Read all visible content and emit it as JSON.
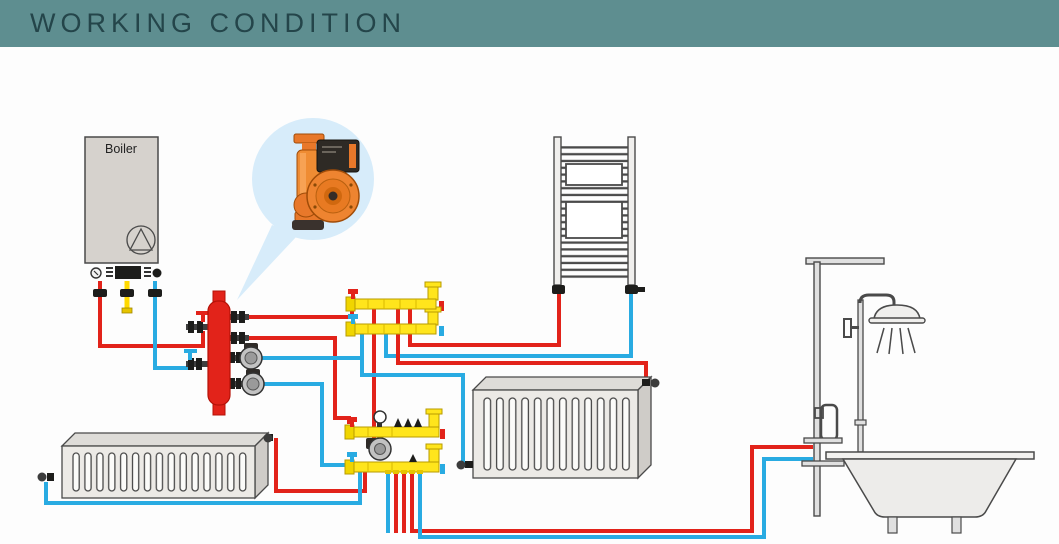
{
  "header": {
    "title": "WORKING CONDITION",
    "bg_color": "#5e8e90",
    "text_color": "#24454a"
  },
  "labels": {
    "boiler": "Boiler"
  },
  "colors": {
    "supply_pipe": "#e2231a",
    "return_pipe": "#29abe2",
    "gas_pipe": "#ffd900",
    "manifold_brass": "#ffe51c",
    "separator_red": "#e2231a",
    "callout_bubble": "#d7ecfa",
    "pump_orange": "#ee8430",
    "hardware_black": "#1d1d1b",
    "fixture_outline": "#4a4a4a",
    "radiator_fill": "#eceae6"
  },
  "components": [
    "boiler",
    "circulation-pump-callout",
    "hydraulic-separator",
    "separator-circulation-pumps",
    "radiator-manifold-pair",
    "floor-heating-manifold",
    "towel-radiator",
    "panel-radiator",
    "low-panel-radiator",
    "shower-column",
    "bathtub"
  ]
}
